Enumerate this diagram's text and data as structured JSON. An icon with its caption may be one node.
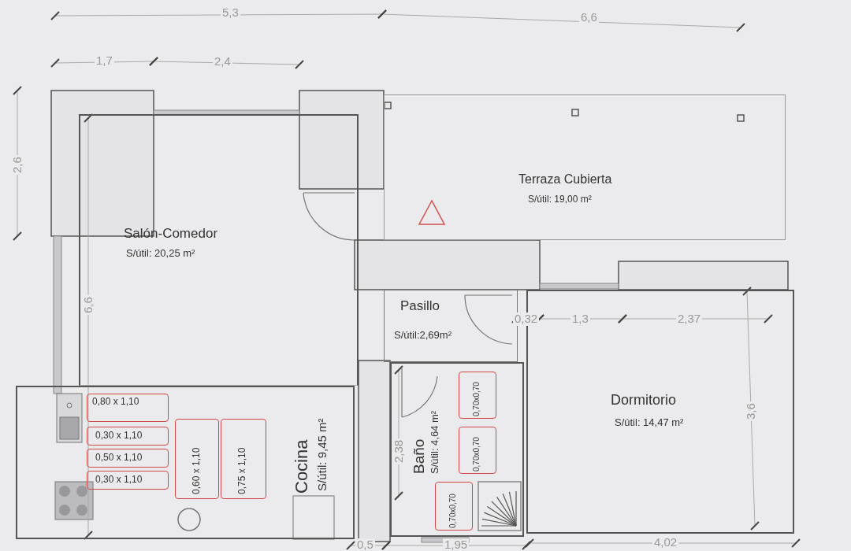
{
  "diagram": {
    "nodes": [
      {
        "text": [
          "Salón-Comedor",
          "S/útil: 20,25 m²"
        ]
      },
      {
        "text": [
          "Terraza Cubierta",
          "S/útil: 19,00 m²"
        ]
      },
      {
        "text": [
          "Pasillo",
          "S/útil:2,69m²"
        ]
      },
      {
        "text": [
          "Cocina",
          "S/útil: 9,45 m²"
        ]
      },
      {
        "text": [
          "0,80 x 1,10"
        ],
        "in": 3
      },
      {
        "text": [
          "0,30 x 1,10"
        ],
        "in": 3
      },
      {
        "text": [
          "0,50 x 1,10"
        ],
        "in": 3
      },
      {
        "text": [
          "0,30 x 1,10"
        ],
        "in": 3
      },
      {
        "text": [
          "0,60 x 1,10"
        ],
        "in": 3
      },
      {
        "text": [
          "0,75 x 1,10"
        ],
        "in": 3
      },
      {
        "text": [
          "Baño",
          "S/útil: 4,64 m²"
        ]
      },
      {
        "text": [
          "0,70x0,70"
        ],
        "in": 10
      },
      {
        "text": [
          "0,70x0,70"
        ],
        "in": 10
      },
      {
        "text": [
          "0,70x0,70"
        ],
        "in": 10
      },
      {
        "text": [
          "Dormitorio",
          "S/útil: 14,47 m²"
        ]
      }
    ],
    "labels": [
      "5,3",
      "6,6",
      "1,7",
      "2,4",
      "2,6",
      "6,6",
      "0,32",
      "1,3",
      "2,37",
      "3,6",
      "2,38",
      "0,5",
      "1,95",
      "4,02"
    ]
  }
}
